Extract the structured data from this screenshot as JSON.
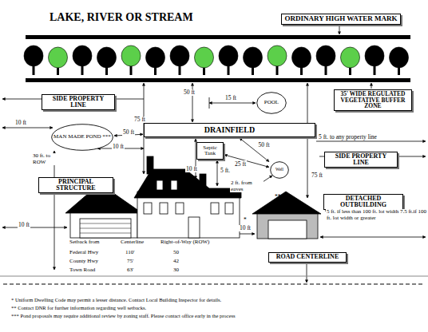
{
  "diagram": {
    "title": "LAKE, RIVER OR STREAM",
    "nodes": [
      {
        "text": [
          "ORDINARY HIGH WATER MARK"
        ]
      },
      {
        "text": [
          "SIDE PROPERTY LINE"
        ]
      },
      {
        "text": [
          "POOL"
        ]
      },
      {
        "text": [
          "35' WIDE REGULATED VEGETATIVE BUFFER ZONE"
        ]
      },
      {
        "text": [
          "MAN MADE POND ***"
        ]
      },
      {
        "text": [
          "DRAINFIELD"
        ]
      },
      {
        "text": [
          "Septic Tank"
        ]
      },
      {
        "text": [
          "SIDE PROPERTY LINE"
        ]
      },
      {
        "text": [
          "Well"
        ]
      },
      {
        "text": [
          "PRINCIPAL STRUCTURE"
        ]
      },
      {
        "text": [
          "DETACHED OUTBUILDING"
        ]
      },
      {
        "text": [
          "ROAD CENTERLINE"
        ]
      }
    ],
    "edges": [
      {
        "from": 4,
        "to": 5,
        "label": "50 ft",
        "arrow": "both"
      },
      {
        "from": 5,
        "to": 8,
        "label": "50 ft",
        "arrow": "both"
      },
      {
        "from": 6,
        "to": 8,
        "label": "25 ft",
        "arrow": "both"
      }
    ],
    "labels": [
      "75 ft",
      "50 ft",
      "15 ft",
      "10 ft",
      "10 ft",
      "30 ft. to ROW",
      "5 ft. to any property line",
      "10 ft",
      "5 ft.",
      "2 ft. from eaves",
      "**",
      "75 ft",
      "5 ft. if less than 100 ft. lot width 7.5 ft.if 100 ft. lot width or greater",
      "10 ft",
      "*",
      "10 ft",
      "Setback from",
      "Centerline",
      "Right-of-Way (ROW)",
      "Federal Hwy",
      "110'",
      "50",
      "County Hwy",
      "75'",
      "42",
      "Town Road",
      "63'",
      "30",
      "* Uniform Dwelling Code may permit a lesser distance. Contact Local Building Inspector for details.",
      "** Contact DNR for further information regarding well setbacks.",
      "*** Pond proposals may require additional review by zoning staff. Please contact office early in the process"
    ]
  }
}
